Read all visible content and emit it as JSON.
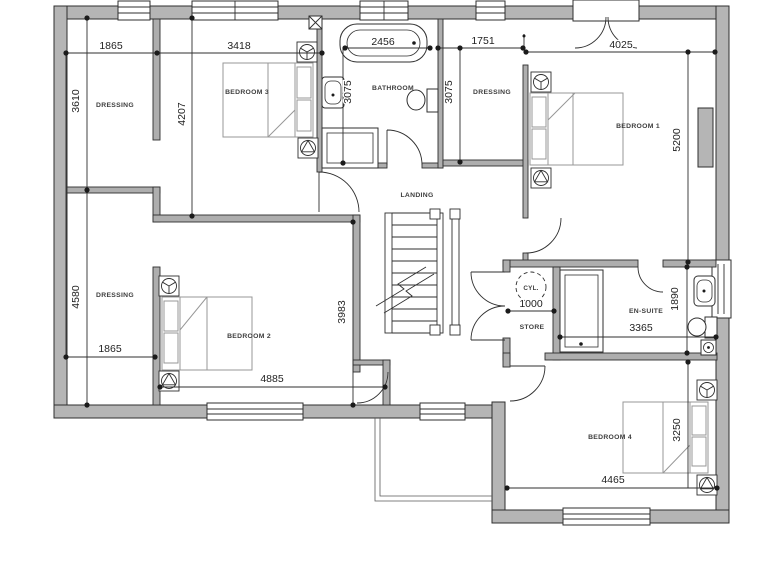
{
  "rooms": {
    "dressing_nw": "DRESSING",
    "bedroom3": "BEDROOM 3",
    "bathroom": "BATHROOM",
    "dressing_ne": "DRESSING",
    "bedroom1": "BEDROOM 1",
    "landing": "LANDING",
    "dressing_w": "DRESSING",
    "bedroom2": "BEDROOM 2",
    "store": "STORE",
    "cylinder": "CYL.",
    "ensuite": "EN-SUITE",
    "bedroom4": "BEDROOM 4"
  },
  "dims": {
    "dressing_nw_width": "1865",
    "bedroom3_width": "3418",
    "bath_length": "2456",
    "dressing_ne_width": "1751",
    "bedroom1_width": "4025",
    "dressing_nw_depth": "3610",
    "bedroom3_depth": "4207",
    "bathroom_depth_a": "3075",
    "bathroom_depth_b": "3075",
    "bedroom1_depth": "5200",
    "dressing_w_depth": "4580",
    "dressing_w_width": "1865",
    "bedroom2_depth": "3983",
    "bedroom2_width": "4885",
    "store_width": "1000",
    "ensuite_width": "3365",
    "ensuite_depth": "1890",
    "bedroom4_depth": "3250",
    "bedroom4_width": "4465"
  },
  "icons": {
    "ceiling_fan": "circle-with-three-spokes",
    "ceiling_light": "circle-with-triangle",
    "extractor_vent": "boxed-x",
    "cylinder": "dashed-circle"
  },
  "colors": {
    "background": "#ffffff",
    "wall_fill": "#b5b5b5",
    "line": "#2f2f2f"
  }
}
